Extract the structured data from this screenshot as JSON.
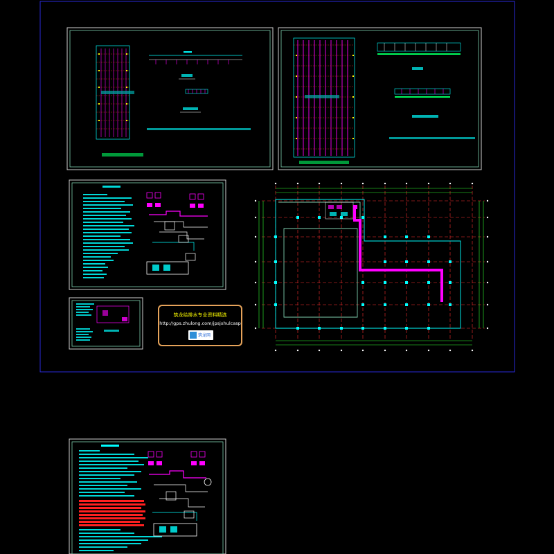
{
  "colors": {
    "background": "#000000",
    "outer_frame": "#2a2ad8",
    "sheet_frame": "#d0d0d0",
    "inner_frame": "#7fd0b0",
    "cyan": "#00ffff",
    "magenta": "#ff00ff",
    "red": "#ff3030",
    "yellow": "#ffff00",
    "green": "#30ff30",
    "white": "#ffffff",
    "ad_border": "#e6a35a"
  },
  "ad": {
    "title": "筑龙给排水专业资料精选",
    "url": "http://gps.zhulong.com/jpsjxhulcasp",
    "logo_text": "筑龙网"
  },
  "sheets": [
    {
      "id": "sheet-1",
      "name": "floor-heating-plan-narrow"
    },
    {
      "id": "sheet-2",
      "name": "floor-heating-plan-wide"
    },
    {
      "id": "sheet-3",
      "name": "system-diagram-notes"
    },
    {
      "id": "sheet-4",
      "name": "pipe-layout-plan"
    },
    {
      "id": "sheet-5",
      "name": "small-equipment-sheet"
    },
    {
      "id": "sheet-6",
      "name": "system-diagram-notes-red"
    }
  ]
}
